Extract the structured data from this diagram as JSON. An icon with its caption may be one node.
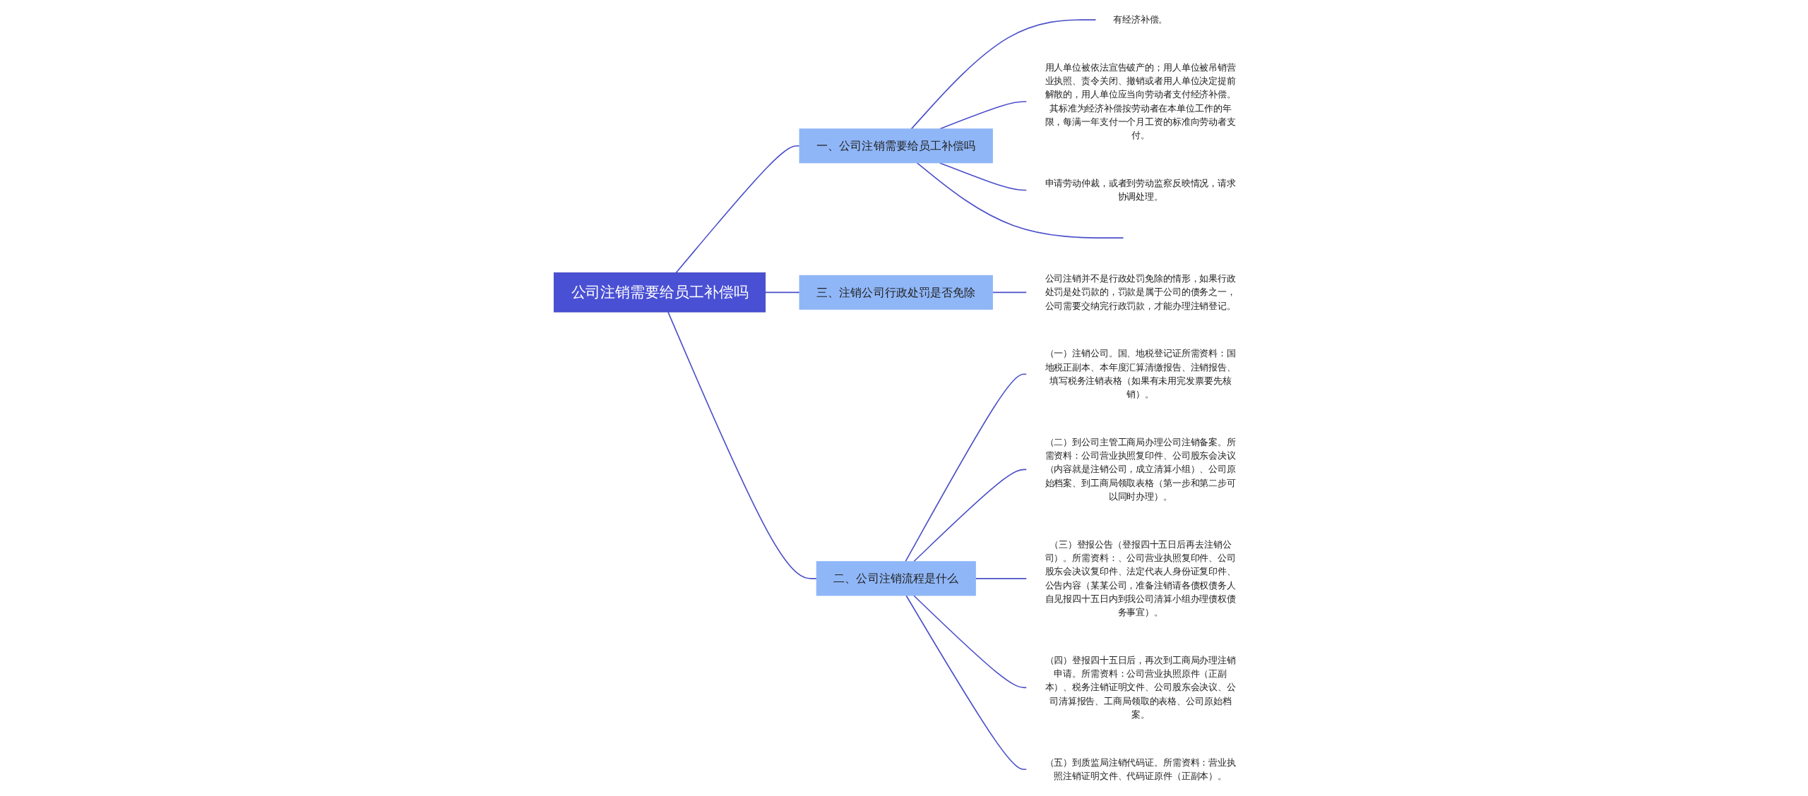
{
  "diagram": {
    "nodes": [
      {
        "text": [
          "公司注销需要给员工补偿吗"
        ]
      },
      {
        "text": [
          "一、公司注销需要给员工补偿吗"
        ]
      },
      {
        "text": [
          "有经济补偿。"
        ]
      },
      {
        "text": [
          "用人单位被依法宣告破产的；用人单位被吊销营业执照、责令关闭、撤销或者用人单位决定提前解散的，用人单位应当向劳动者支付经济补偿。其标准为经济补偿按劳动者在本单位工作的年限，每满一年支付一个月工资的标准向劳动者支付。"
        ]
      },
      {
        "text": [
          "申请劳动仲裁，或者到劳动监察反映情况，请求协调处理。"
        ]
      },
      {
        "text": [
          "三、注销公司行政处罚是否免除"
        ]
      },
      {
        "text": [
          "公司注销并不是行政处罚免除的情形，如果行政处罚是处罚款的，罚款是属于公司的债务之一，公司需要交纳完行政罚款，才能办理注销登记。"
        ]
      },
      {
        "text": [
          "二、公司注销流程是什么"
        ]
      },
      {
        "text": [
          "（一）注销公司。国、地税登记证所需资料：国地税正副本、本年度汇算清缴报告、注销报告、填写税务注销表格（如果有未用完发票要先核销）。"
        ]
      },
      {
        "text": [
          "（二）到公司主管工商局办理公司注销备案。所需资料：公司营业执照复印件、公司股东会决议（内容就是注销公司，成立清算小组）、公司原始档案、到工商局领取表格（第一步和第二步可以同时办理）。"
        ]
      },
      {
        "text": [
          "（三）登报公告（登报四十五日后再去注销公司）。所需资料：、公司营业执照复印件、公司股东会决议复印件、法定代表人身份证复印件、公告内容（某某公司，准备注销请各债权债务人自见报四十五日内到我公司清算小组办理债权债务事宜）。"
        ]
      },
      {
        "text": [
          "（四）登报四十五日后，再次到工商局办理注销申请。所需资料：公司营业执照原件（正副本）、税务注销证明文件、公司股东会决议、公司清算报告、工商局领取的表格、公司原始档案。"
        ]
      },
      {
        "text": [
          "（五）到质监局注销代码证。所需资料：营业执照注销证明文件、代码证原件（正副本）。"
        ]
      }
    ],
    "edges": [
      {
        "from": 0,
        "to": 1,
        "arrow": "none"
      },
      {
        "from": 1,
        "to": 2,
        "arrow": "none"
      },
      {
        "from": 1,
        "to": 3,
        "arrow": "none"
      },
      {
        "from": 1,
        "to": 4,
        "arrow": "none"
      },
      {
        "from": 1,
        "to": null,
        "arrow": "none"
      },
      {
        "from": 0,
        "to": 5,
        "arrow": "none"
      },
      {
        "from": 5,
        "to": 6,
        "arrow": "none"
      },
      {
        "from": 0,
        "to": 7,
        "arrow": "none"
      },
      {
        "from": 7,
        "to": 8,
        "arrow": "none"
      },
      {
        "from": 7,
        "to": 9,
        "arrow": "none"
      },
      {
        "from": 7,
        "to": 10,
        "arrow": "none"
      },
      {
        "from": 7,
        "to": 11,
        "arrow": "none"
      },
      {
        "from": 7,
        "to": 12,
        "arrow": "none"
      }
    ]
  }
}
